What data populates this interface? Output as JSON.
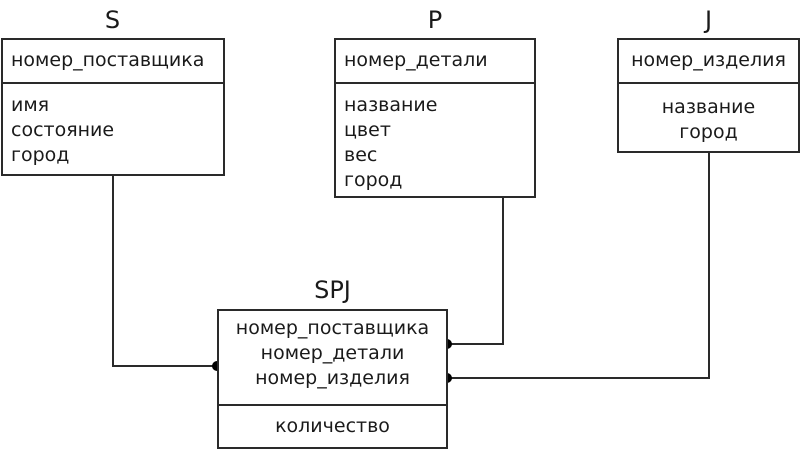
{
  "entities": {
    "S": {
      "title": "S",
      "key": [
        "номер_поставщика"
      ],
      "attributes": [
        "имя",
        "состояние",
        "город"
      ]
    },
    "P": {
      "title": "P",
      "key": [
        "номер_детали"
      ],
      "attributes": [
        "название",
        "цвет",
        "вес",
        "город"
      ]
    },
    "J": {
      "title": "J",
      "key": [
        "номер_изделия"
      ],
      "attributes": [
        "название",
        "город"
      ]
    },
    "SPJ": {
      "title": "SPJ",
      "key": [
        "номер_поставщика",
        "номер_детали",
        "номер_изделия"
      ],
      "attributes": [
        "количество"
      ]
    }
  },
  "relationships": [
    {
      "from": "S",
      "to": "SPJ",
      "via": "номер_поставщика"
    },
    {
      "from": "P",
      "to": "SPJ",
      "via": "номер_детали"
    },
    {
      "from": "J",
      "to": "SPJ",
      "via": "номер_изделия"
    }
  ],
  "colors": {
    "stroke": "#2a2a2a",
    "text": "#1a1a1a",
    "background": "#ffffff"
  }
}
